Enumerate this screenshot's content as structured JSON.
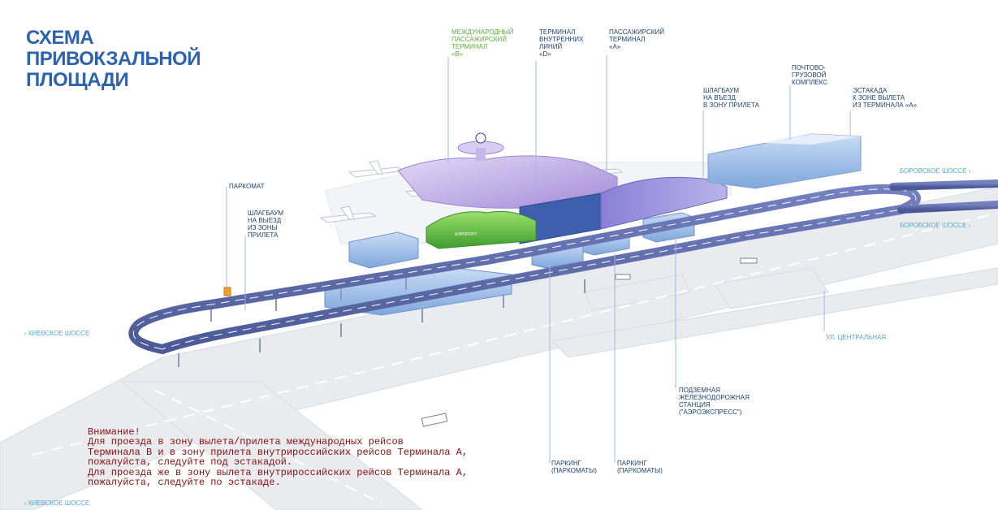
{
  "title": [
    "СХЕМА",
    "ПРИВОКЗАЛЬНОЙ",
    "ПЛОЩАДИ"
  ],
  "labels": {
    "terminal_b": [
      "МЕЖДУНАРОДНЫЙ",
      "ПАССАЖИРСКИЙ",
      "ТЕРМИНАЛ",
      "«B»"
    ],
    "terminal_d": [
      "ТЕРМИНАЛ",
      "ВНУТРЕННИХ",
      "ЛИНИЙ",
      "«D»"
    ],
    "terminal_a": [
      "ПАССАЖИРСКИЙ",
      "ТЕРМИНАЛ",
      "«A»"
    ],
    "cargo": [
      "ПОЧТОВО-",
      "ГРУЗОВОЙ",
      "КОМПЛЕКС"
    ],
    "barrier_arrival": [
      "ШЛАГБАУМ",
      "НА ВЪЕЗД",
      "В ЗОНУ ПРИЛЕТА"
    ],
    "overpass": [
      "ЭСТАКАДА",
      "К ЗОНЕ ВЫЛЕТА",
      "ИЗ ТЕРМИНАЛА «A»"
    ],
    "parkomat": [
      "ПАРКОМАТ"
    ],
    "barrier_exit": [
      "ШЛАГБАУМ",
      "НА ВЫЕЗД",
      "ИЗ ЗОНЫ",
      "ПРИЛЕТА"
    ],
    "station": [
      "ПОДЗЕМНАЯ",
      "ЖЕЛЕЗНОДОРОЖНАЯ",
      "СТАНЦИЯ",
      "(\"АЭРОЭКСПРЕСС\")"
    ],
    "parking1": [
      "ПАРКИНГ",
      "(ПАРКОМАТЫ)"
    ],
    "parking2": [
      "ПАРКИНГ",
      "(ПАРКОМАТЫ)"
    ]
  },
  "roads": {
    "borovskoe_top": "БОРОВСКОЕ ШОССЕ",
    "borovskoe_mid": "БОРОВСКОЕ ШОССЕ",
    "kievskoe_mid": "КИЕВСКОЕ ШОССЕ",
    "kievskoe_bottom": "КИЕВСКОЕ ШОССЕ",
    "centralnaya": "УЛ. ЦЕНТРАЛЬНАЯ"
  },
  "building_signs": {
    "airport_sign": "АЭРОПОРТ"
  },
  "notice": [
    "Внимание!",
    "Для проезда в зону вылета/прилета международных рейсов",
    "Терминала B и в зону прилета внутрироссийских рейсов Терминала А,",
    "пожалуйста, следуйте под эстакадой.",
    "Для проезда же в зону вылета внутрироссийских рейсов Терминала А,",
    "пожалуйста, следуйте по эстакаде."
  ],
  "colors": {
    "title": "#2b63b0",
    "label": "#1d3f73",
    "label_green": "#5fae36",
    "road_label": "#5aa6c8",
    "notice": "#8b0f0f",
    "road": "#5b6aa8",
    "glass": "#8fb3e3"
  }
}
